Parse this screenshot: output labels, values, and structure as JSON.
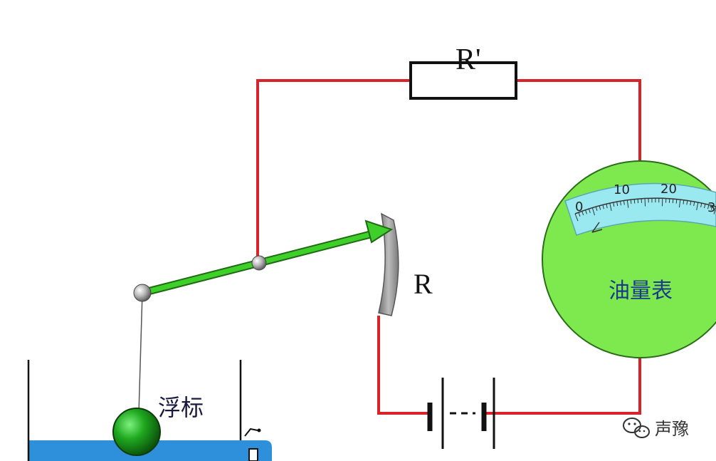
{
  "labels": {
    "fixed_resistor": "R'",
    "variable_resistor": "R",
    "float": "浮标",
    "meter": "油量表"
  },
  "meter_scale": {
    "ticks": [
      "0",
      "10",
      "20"
    ],
    "max_tick_partial": "3"
  },
  "watermark": {
    "text": "声豫"
  },
  "colors": {
    "wire": "#d8232a",
    "lever": "#3fcf2a",
    "meter_face": "#7ee84f",
    "meter_scale": "#9be9f0",
    "water": "#2e8fdb",
    "float": "#1a8a1a",
    "rheostat": "#8a8a8a"
  }
}
